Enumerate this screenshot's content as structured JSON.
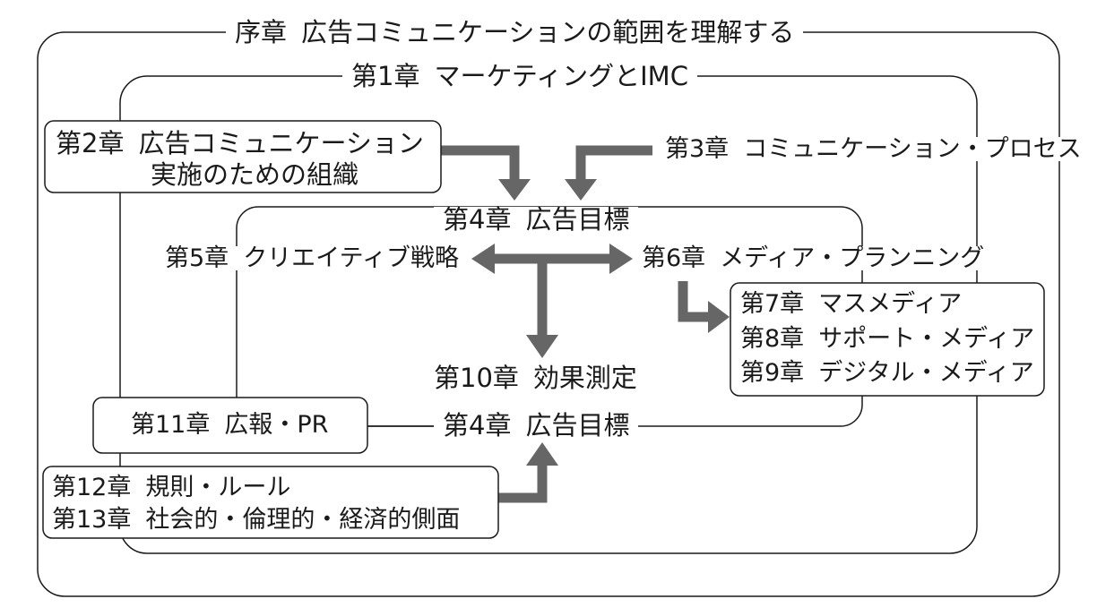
{
  "prologue": {
    "chapter": "序章",
    "title": "広告コミュニケーションの範囲を理解する"
  },
  "ch1": {
    "chapter": "第1章",
    "title": "マーケティングとIMC"
  },
  "ch2": {
    "chapter": "第2章",
    "title_line1": "広告コミュニケーション",
    "title_line2": "実施のための組織"
  },
  "ch3": {
    "chapter": "第3章",
    "title": "コミュニケーション・プロセス"
  },
  "ch4_top": {
    "chapter": "第4章",
    "title": "広告目標"
  },
  "ch5": {
    "chapter": "第5章",
    "title": "クリエイティブ戦略"
  },
  "ch6": {
    "chapter": "第6章",
    "title": "メディア・プランニング"
  },
  "ch7": {
    "chapter": "第7章",
    "title": "マスメディア"
  },
  "ch8": {
    "chapter": "第8章",
    "title": "サポート・メディア"
  },
  "ch9": {
    "chapter": "第9章",
    "title": "デジタル・メディア"
  },
  "ch10": {
    "chapter": "第10章",
    "title": "効果測定"
  },
  "ch11": {
    "chapter": "第11章",
    "title": "広報・PR"
  },
  "ch4_bottom": {
    "chapter": "第4章",
    "title": "広告目標"
  },
  "ch12": {
    "chapter": "第12章",
    "title": "規則・ルール"
  },
  "ch13": {
    "chapter": "第13章",
    "title": "社会的・倫理的・経済的側面"
  },
  "colors": {
    "line": "#1a1a1a",
    "arrow": "#666666",
    "background": "#ffffff"
  }
}
